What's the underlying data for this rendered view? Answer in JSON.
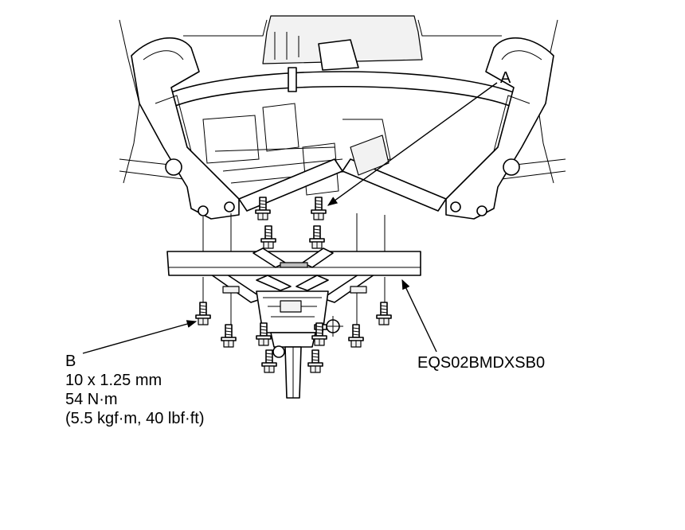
{
  "callouts": {
    "a": {
      "letter": "A"
    },
    "b": {
      "letter": "B",
      "size": "10 x 1.25 mm",
      "torque": "54 N·m",
      "torque_alt": "(5.5 kgf·m, 40 lbf·ft)"
    }
  },
  "figure_code": "EQS02BMDXSB0"
}
